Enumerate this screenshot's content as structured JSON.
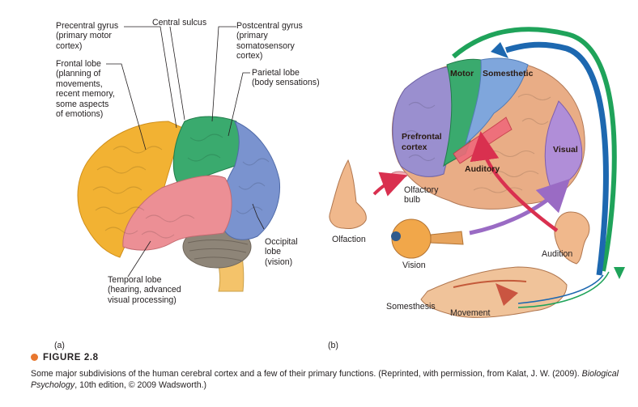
{
  "panel_a": {
    "label": "(a)",
    "precentral": [
      "Precentral gyrus",
      "(primary motor",
      "cortex)"
    ],
    "central_sulcus": "Central sulcus",
    "postcentral": [
      "Postcentral gyrus",
      "(primary",
      "somatosensory",
      "cortex)"
    ],
    "frontal": [
      "Frontal lobe",
      "(planning of",
      "movements,",
      "recent memory,",
      "some aspects",
      "of emotions)"
    ],
    "parietal": [
      "Parietal lobe",
      "(body sensations)"
    ],
    "occipital": [
      "Occipital",
      "lobe",
      "(vision)"
    ],
    "temporal": [
      "Temporal lobe",
      "(hearing, advanced",
      "visual processing)"
    ]
  },
  "panel_b": {
    "label": "(b)",
    "motor": "Motor",
    "somesthetic": "Somesthetic",
    "prefrontal": [
      "Prefrontal",
      "cortex"
    ],
    "visual": "Visual",
    "auditory": "Auditory",
    "olfactory_bulb": [
      "Olfactory",
      "bulb"
    ],
    "olfaction": "Olfaction",
    "vision": "Vision",
    "audition": "Audition",
    "somesthesis": "Somesthesis",
    "movement": "Movement"
  },
  "figure": {
    "title": "FIGURE 2.8",
    "caption_1": "Some major subdivisions of the human cerebral cortex and a few of their primary functions. (Reprinted, with permission, from Kalat, J. W. (2009). ",
    "caption_book": "Biological Psychology",
    "caption_2": ", 10th edition, © 2009 Wadsworth.)"
  },
  "colors": {
    "frontal": "#f2b233",
    "motor": "#3aaa6e",
    "parietal": "#7a93cf",
    "temporal": "#ec8f95",
    "cerebellum": "#8e8578",
    "prefrontal": "#9a8fcf",
    "somesthetic": "#7fa6dc",
    "rest_b": "#e9ad86",
    "arrow_green": "#1fa35a",
    "arrow_blue": "#1d68b0",
    "arrow_red": "#d9304f",
    "arrow_purple": "#9a6bc4",
    "accent": "#e8772e"
  }
}
